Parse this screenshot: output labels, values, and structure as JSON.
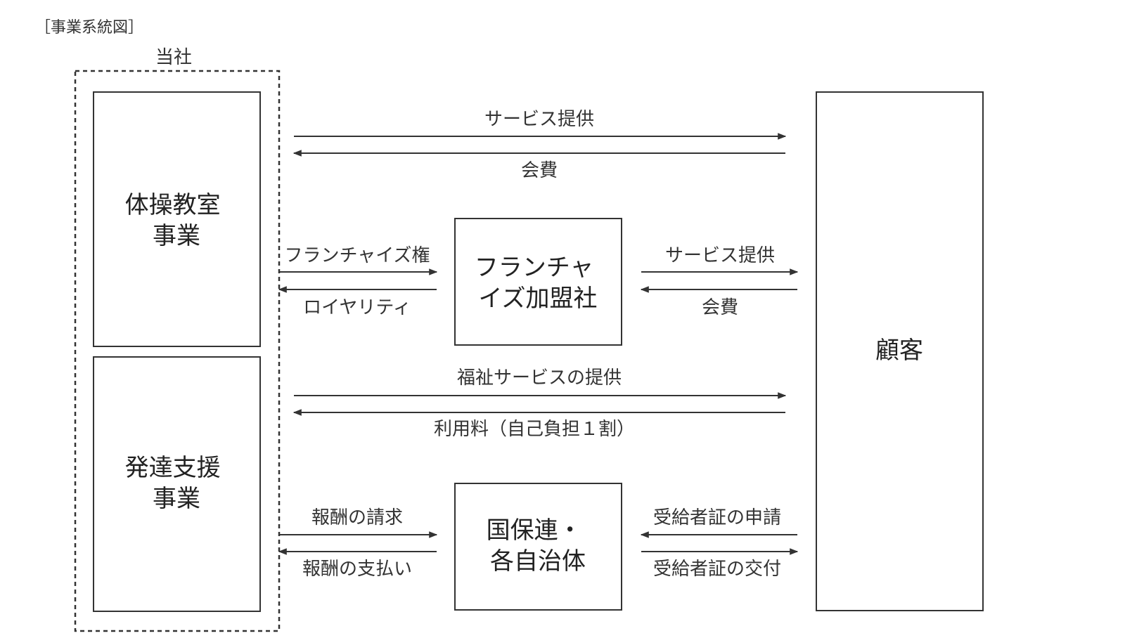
{
  "heading": "［事業系統図］",
  "company_label": "当社",
  "boxes": {
    "gym": [
      "体操教室",
      "事業"
    ],
    "dev": [
      "発達支援",
      "事業"
    ],
    "franchise": [
      "フランチャ",
      "イズ加盟社"
    ],
    "kokuho": [
      "国保連・",
      "各自治体"
    ],
    "customer": "顧客"
  },
  "flows": {
    "service_to_customer": "サービス提供",
    "fee_from_customer": "会費",
    "franchise_right": "フランチャイズ権",
    "royalty": "ロイヤリティ",
    "fc_service": "サービス提供",
    "fc_fee": "会費",
    "welfare_service": "福祉サービスの提供",
    "usage_fee": "利用料（自己負担１割）",
    "reward_claim": "報酬の請求",
    "reward_payment": "報酬の支払い",
    "cert_application": "受給者証の申請",
    "cert_issue": "受給者証の交付"
  },
  "colors": {
    "line": "#333333",
    "text": "#333333",
    "background": "#ffffff"
  }
}
